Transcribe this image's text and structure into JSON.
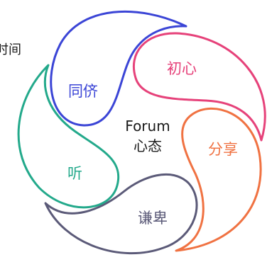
{
  "corner_label": "时间",
  "center": {
    "line1": "Forum",
    "line2": "心态"
  },
  "petals": [
    {
      "key": "tongqiao",
      "label": "同侪",
      "color": "#3b45d6"
    },
    {
      "key": "chuxin",
      "label": "初心",
      "color": "#e6427a"
    },
    {
      "key": "fenxiang",
      "label": "分享",
      "color": "#f07242"
    },
    {
      "key": "qianbei",
      "label": "谦卑",
      "color": "#5b5a78"
    },
    {
      "key": "ting",
      "label": "听",
      "color": "#23a98b"
    }
  ]
}
